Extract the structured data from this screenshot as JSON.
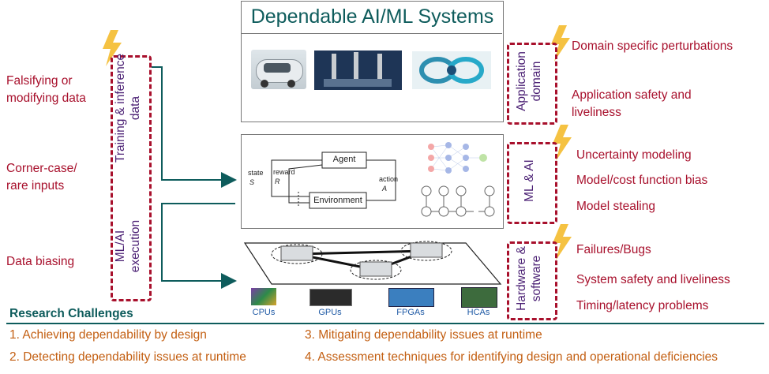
{
  "title": "Dependable AI/ML Systems",
  "left_challenges": [
    "Falsifying or modifying data",
    "Corner-case/ rare inputs",
    "Data biasing"
  ],
  "vertical_labels": {
    "training": "Training & inference data",
    "execution": "ML/AI execution",
    "application": "Application domain",
    "mlai": "ML & AI",
    "hardware": "Hardware & software"
  },
  "application_items": [
    "Domain specific perturbations",
    "Application safety and liveliness"
  ],
  "mlai_items": [
    "Uncertainty modeling",
    "Model/cost function bias",
    "Model stealing"
  ],
  "hardware_items": [
    "Failures/Bugs",
    "System safety and liveliness",
    "Timing/latency problems"
  ],
  "rl_diagram": {
    "agent": "Agent",
    "environment": "Environment",
    "state": "state",
    "state_sym": "S",
    "reward": "reward",
    "reward_sym": "R",
    "action": "action",
    "action_sym": "A"
  },
  "hardware_labels": [
    "CPUs",
    "GPUs",
    "FPGAs",
    "HCAs"
  ],
  "research": {
    "heading": "Research Challenges",
    "items": [
      "1. Achieving dependability by design",
      "3. Mitigating dependability issues at runtime",
      "2. Detecting dependability issues at runtime",
      "4. Assessment techniques for identifying design and operational deficiencies"
    ]
  },
  "colors": {
    "accent_red": "#a8102c",
    "purple": "#4a1f73",
    "teal": "#0e5c5c",
    "orange": "#c35f12",
    "lightning": "#f5c242"
  }
}
